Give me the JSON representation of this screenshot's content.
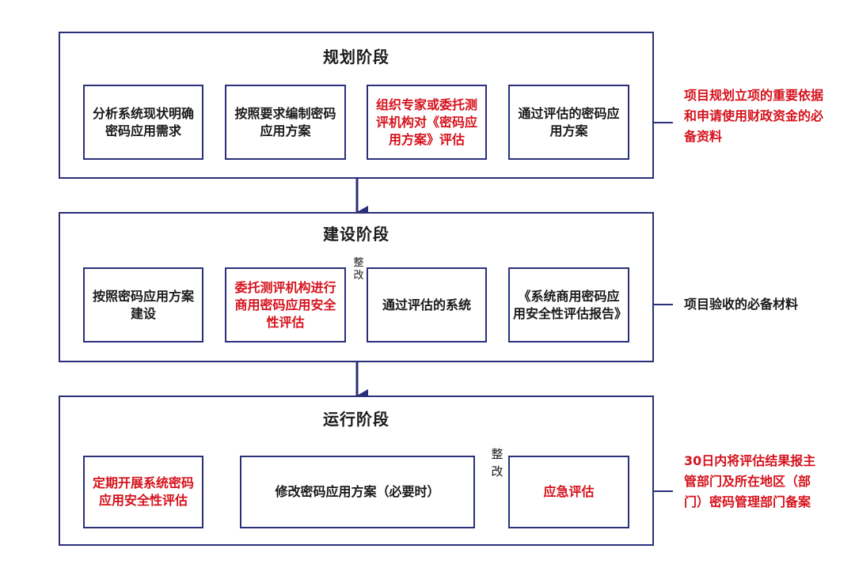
{
  "stages": {
    "planning": {
      "title": "规划阶段",
      "steps": [
        {
          "text": "分析系统现状明确密码应用需求",
          "highlight": false
        },
        {
          "text": "按照要求编制密码应用方案",
          "highlight": false
        },
        {
          "text": "组织专家或委托测评机构对《密码应用方案》评估",
          "highlight": true
        },
        {
          "text": "通过评估的密码应用方案",
          "highlight": false
        }
      ],
      "outcome": "项目规划立项的重要依据和申请使用财政资金的必备资料"
    },
    "construction": {
      "title": "建设阶段",
      "steps": [
        {
          "text": "按照密码应用方案建设",
          "highlight": false
        },
        {
          "text": "委托测评机构进行商用密码应用安全性评估",
          "highlight": true
        },
        {
          "text": "通过评估的系统",
          "highlight": false
        },
        {
          "text": "《系统商用密码应用安全性评估报告》",
          "highlight": false
        }
      ],
      "loop_label": "整改",
      "outcome": "项目验收的必备材料"
    },
    "operation": {
      "title": "运行阶段",
      "steps": [
        {
          "text": "定期开展系统密码应用安全性评估",
          "highlight": true
        },
        {
          "text": "修改密码应用方案（必要时）",
          "highlight": false
        },
        {
          "text": "应急评估",
          "highlight": true
        }
      ],
      "loop_label": "整改",
      "outcome": "30日内将评估结果报主管部门及所在地区（部门）密码管理部门备案"
    }
  },
  "colors": {
    "border": "#2b2f7a",
    "highlight_text": "#d6121c",
    "arrow": "#2b2f7a"
  }
}
